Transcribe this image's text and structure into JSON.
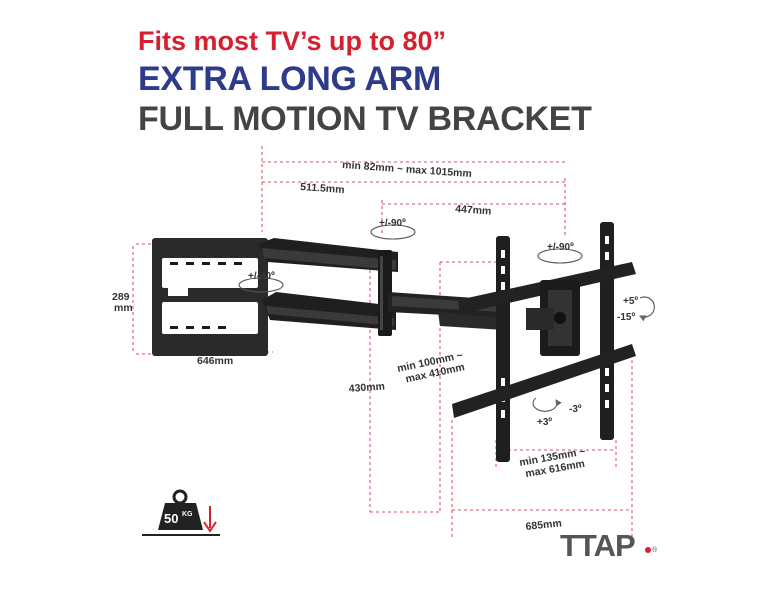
{
  "headline": {
    "line1": "Fits most TV’s up to 80”",
    "line2": "EXTRA LONG ARM",
    "line3": "FULL MOTION TV BRACKET"
  },
  "colors": {
    "red": "#d6202f",
    "navy": "#2d3b8a",
    "dark_gray": "#444444",
    "dimension_line": "#c0202a",
    "bracket": "#222222",
    "weight_bg": "#222222"
  },
  "dimensions": {
    "total_extension": "min 82mm ~ max 1015mm",
    "arm_length_1": "511.5mm",
    "arm_length_2": "447mm",
    "wall_plate_height": "289\nmm",
    "wall_plate_width": "646mm",
    "arm_drop": "430mm",
    "vesa_vertical": "min 100mm ~\nmax 410mm",
    "vesa_horizontal": "min 135mm ~\nmax 616mm",
    "overall_width": "685mm"
  },
  "rotations": {
    "arm_joint_mid": "+/-90º",
    "arm_joint_head": "+/-90º",
    "arm_joint_wall": "+/-90º",
    "tilt_up": "+5º",
    "tilt_down": "-15º",
    "level_plus": "+3º",
    "level_minus": "-3º"
  },
  "weight": {
    "value": "50",
    "unit": "KG",
    "icon": "weight-icon"
  },
  "brand": {
    "name": "TTAP",
    "mark": "®"
  }
}
